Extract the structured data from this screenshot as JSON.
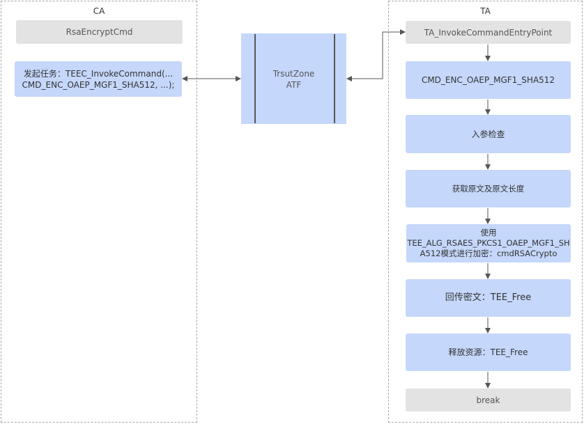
{
  "lanes": {
    "ca": {
      "title": "CA"
    },
    "ta": {
      "title": "TA"
    }
  },
  "ca": {
    "cmd": "RsaEncryptCmd",
    "task_line1": "发起任务：TEEC_InvokeCommand(...",
    "task_line2": "CMD_ENC_OAEP_MGF1_SHA512, ...);"
  },
  "trustzone": {
    "line1": "TrsutZone",
    "line2": "ATF"
  },
  "ta": {
    "entry": "TA_InvokeCommandEntryPoint",
    "steps": [
      "CMD_ENC_OAEP_MGF1_SHA512",
      "入参检查",
      "获取原文及原文长度",
      "使用",
      "TEE_ALG_RSAES_PKCS1_OAEP_MGF1_SH",
      "A512模式进行加密：cmdRSACrypto",
      "回传密文：TEE_Free",
      "释放资源：TEE_Free"
    ],
    "end": "break"
  },
  "colors": {
    "lane_border": "#a6a6a6",
    "node_blue": "#c5d7fa",
    "node_gray": "#e3e3e3",
    "arrow": "#555555"
  }
}
